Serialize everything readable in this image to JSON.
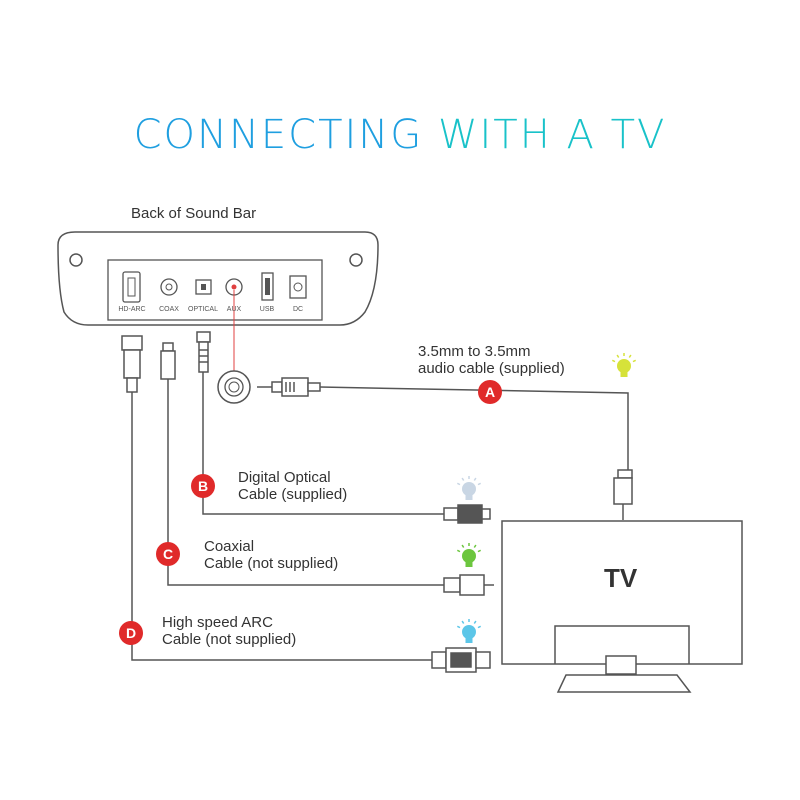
{
  "title": {
    "part1": "CONNECTING ",
    "part2": "WITH A TV"
  },
  "colors": {
    "title_blue": "#1f9fe0",
    "title_teal": "#19c2c9",
    "badge_red": "#e02a2a",
    "line": "#555555",
    "aux_line": "#e04040",
    "bulb_yellow": "#d6e23a",
    "bulb_grey": "#c9d6e4",
    "bulb_green": "#6cc63e",
    "bulb_blue": "#5cc6e8"
  },
  "soundbar": {
    "label": "Back of Sound Bar",
    "ports": [
      {
        "label": "HD-ARC",
        "icon": "hdmi-port-icon"
      },
      {
        "label": "COAX",
        "icon": "coax-port-icon"
      },
      {
        "label": "OPTICAL",
        "icon": "optical-port-icon"
      },
      {
        "label": "AUX",
        "icon": "aux-port-icon"
      },
      {
        "label": "USB",
        "icon": "usb-port-icon"
      },
      {
        "label": "DC",
        "icon": "dc-port-icon"
      }
    ]
  },
  "cables": [
    {
      "badge": "A",
      "line1": "3.5mm to 3.5mm",
      "line2": "audio cable (supplied)",
      "bulb": "yellow-bulb-icon"
    },
    {
      "badge": "B",
      "line1": "Digital Optical",
      "line2": "Cable (supplied)",
      "bulb": "grey-bulb-icon"
    },
    {
      "badge": "C",
      "line1": "Coaxial",
      "line2": "Cable (not supplied)",
      "bulb": "green-bulb-icon"
    },
    {
      "badge": "D",
      "line1": "High speed ARC",
      "line2": "Cable (not supplied)",
      "bulb": "blue-bulb-icon"
    }
  ],
  "tv": {
    "label": "TV"
  }
}
